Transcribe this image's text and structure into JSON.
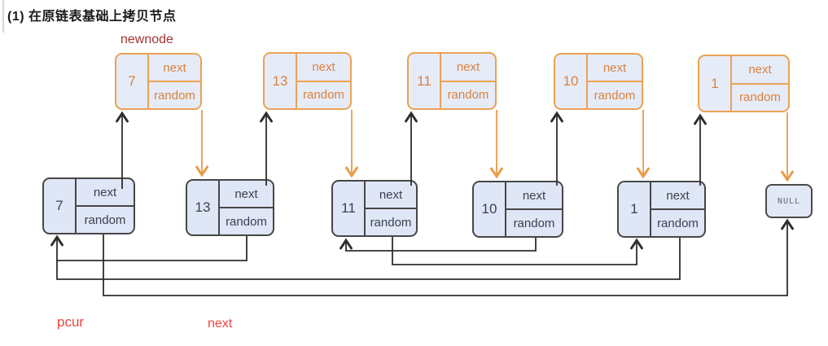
{
  "title": "(1) 在原链表基础上拷贝节点",
  "annotations": {
    "newnode": "newnode",
    "pcur": "pcur",
    "next_pointer": "next"
  },
  "field_labels": {
    "next": "next",
    "random": "random"
  },
  "copy_nodes": [
    {
      "value": "7"
    },
    {
      "value": "13"
    },
    {
      "value": "11"
    },
    {
      "value": "10"
    },
    {
      "value": "1"
    }
  ],
  "original_nodes": [
    {
      "value": "7"
    },
    {
      "value": "13"
    },
    {
      "value": "11"
    },
    {
      "value": "10"
    },
    {
      "value": "1"
    }
  ],
  "null_label": "NULL",
  "links": {
    "next_links": [
      {
        "from": "original-7",
        "to": "copy-7"
      },
      {
        "from": "copy-7",
        "to": "original-13"
      },
      {
        "from": "original-13",
        "to": "copy-13"
      },
      {
        "from": "copy-13",
        "to": "original-11"
      },
      {
        "from": "original-11",
        "to": "copy-11"
      },
      {
        "from": "copy-11",
        "to": "original-10"
      },
      {
        "from": "original-10",
        "to": "copy-10"
      },
      {
        "from": "copy-10",
        "to": "original-1"
      },
      {
        "from": "original-1",
        "to": "copy-1"
      },
      {
        "from": "copy-1",
        "to": "NULL"
      }
    ],
    "random_links": [
      {
        "from": "7",
        "to": "NULL"
      },
      {
        "from": "13",
        "to": "7"
      },
      {
        "from": "11",
        "to": "1"
      },
      {
        "from": "10",
        "to": "11"
      },
      {
        "from": "1",
        "to": "7"
      }
    ]
  },
  "colors": {
    "copy_border": "#EBA254",
    "copy_text": "#D8823E",
    "copy_fill": "#E6EBF8",
    "orig_border": "#474747",
    "orig_text": "#3A4150",
    "orig_fill": "#DFE6F6",
    "arrow_black": "#2e2e2e",
    "arrow_orange": "#e99b45",
    "label_red": "#EE443E",
    "newnode_red": "#A53430",
    "title_color": "#1B1B1B"
  }
}
